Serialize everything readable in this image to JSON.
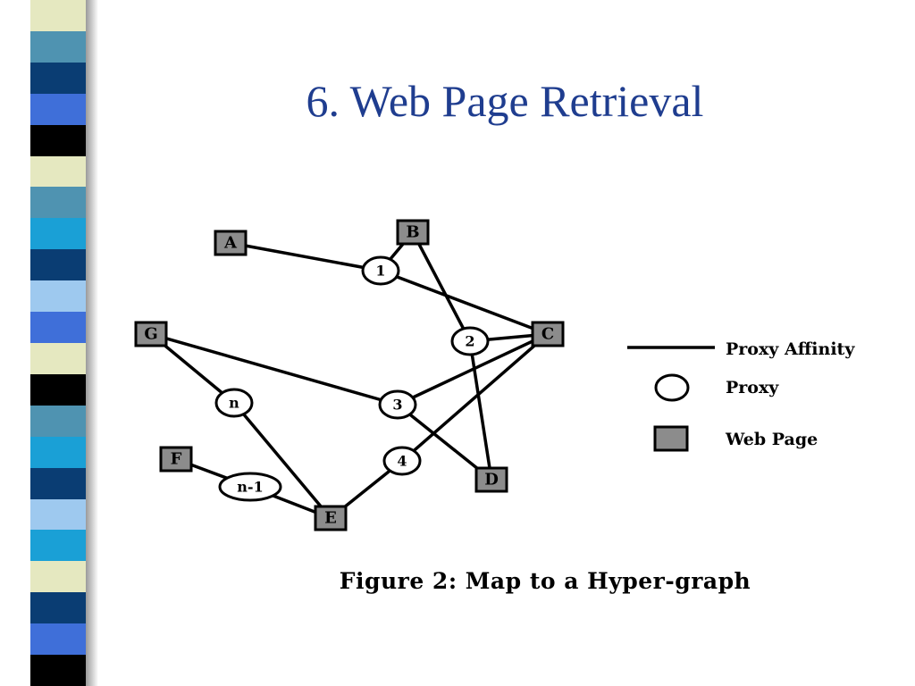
{
  "slide": {
    "title": "6. Web Page Retrieval",
    "caption": "Figure 2: Map to a Hyper-graph"
  },
  "colors": {
    "title": "#1f3d8f",
    "stripes": [
      "#e5e8c0",
      "#4f93b1",
      "#0a3d73",
      "#3f6fd9",
      "#000000",
      "#e5e8c0",
      "#4f93b1",
      "#1aa0d6",
      "#0a3d73",
      "#9ec9ef",
      "#3f6fd9",
      "#e5e8c0",
      "#000000",
      "#4f93b1",
      "#1aa0d6",
      "#0a3d73",
      "#9ec9ef",
      "#1aa0d6",
      "#e5e8c0",
      "#0a3d73",
      "#3f6fd9",
      "#000000"
    ]
  },
  "diagram": {
    "pages": [
      {
        "id": "A",
        "label": "A"
      },
      {
        "id": "B",
        "label": "B"
      },
      {
        "id": "C",
        "label": "C"
      },
      {
        "id": "G",
        "label": "G"
      },
      {
        "id": "F",
        "label": "F"
      },
      {
        "id": "E",
        "label": "E"
      },
      {
        "id": "D",
        "label": "D"
      }
    ],
    "proxies": [
      {
        "id": "p1",
        "label": "1"
      },
      {
        "id": "p2",
        "label": "2"
      },
      {
        "id": "p3",
        "label": "3"
      },
      {
        "id": "p4",
        "label": "4"
      },
      {
        "id": "pn",
        "label": "n"
      },
      {
        "id": "pn1",
        "label": "n-1"
      }
    ],
    "edges": [
      [
        "A",
        "p1"
      ],
      [
        "p1",
        "B"
      ],
      [
        "p1",
        "C"
      ],
      [
        "B",
        "p2"
      ],
      [
        "p2",
        "C"
      ],
      [
        "p2",
        "D"
      ],
      [
        "G",
        "p3"
      ],
      [
        "p3",
        "C"
      ],
      [
        "p3",
        "D"
      ],
      [
        "C",
        "p4"
      ],
      [
        "p4",
        "E"
      ],
      [
        "G",
        "pn"
      ],
      [
        "pn",
        "E"
      ],
      [
        "F",
        "pn1"
      ],
      [
        "pn1",
        "E"
      ]
    ]
  },
  "legend": {
    "line_label": "Proxy Affinity",
    "circle_label": "Proxy",
    "square_label": "Web Page"
  }
}
